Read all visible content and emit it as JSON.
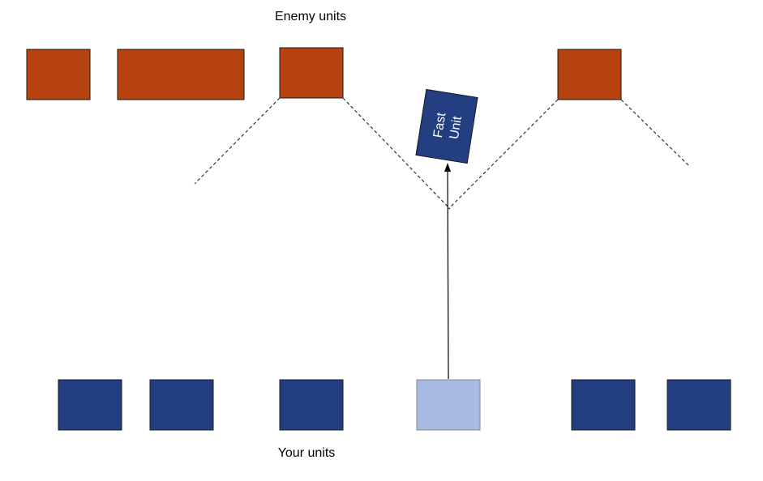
{
  "labels": {
    "enemy_units": "Enemy units",
    "your_units": "Your units",
    "fast_unit_line1": "Fast",
    "fast_unit_line2": "Unit"
  },
  "colors": {
    "enemy": "#b5420f",
    "own": "#233f82",
    "selected": "#a7bbe2",
    "fast_unit": "#233f82",
    "outline": "#1a1a1a",
    "line": "#333333"
  }
}
